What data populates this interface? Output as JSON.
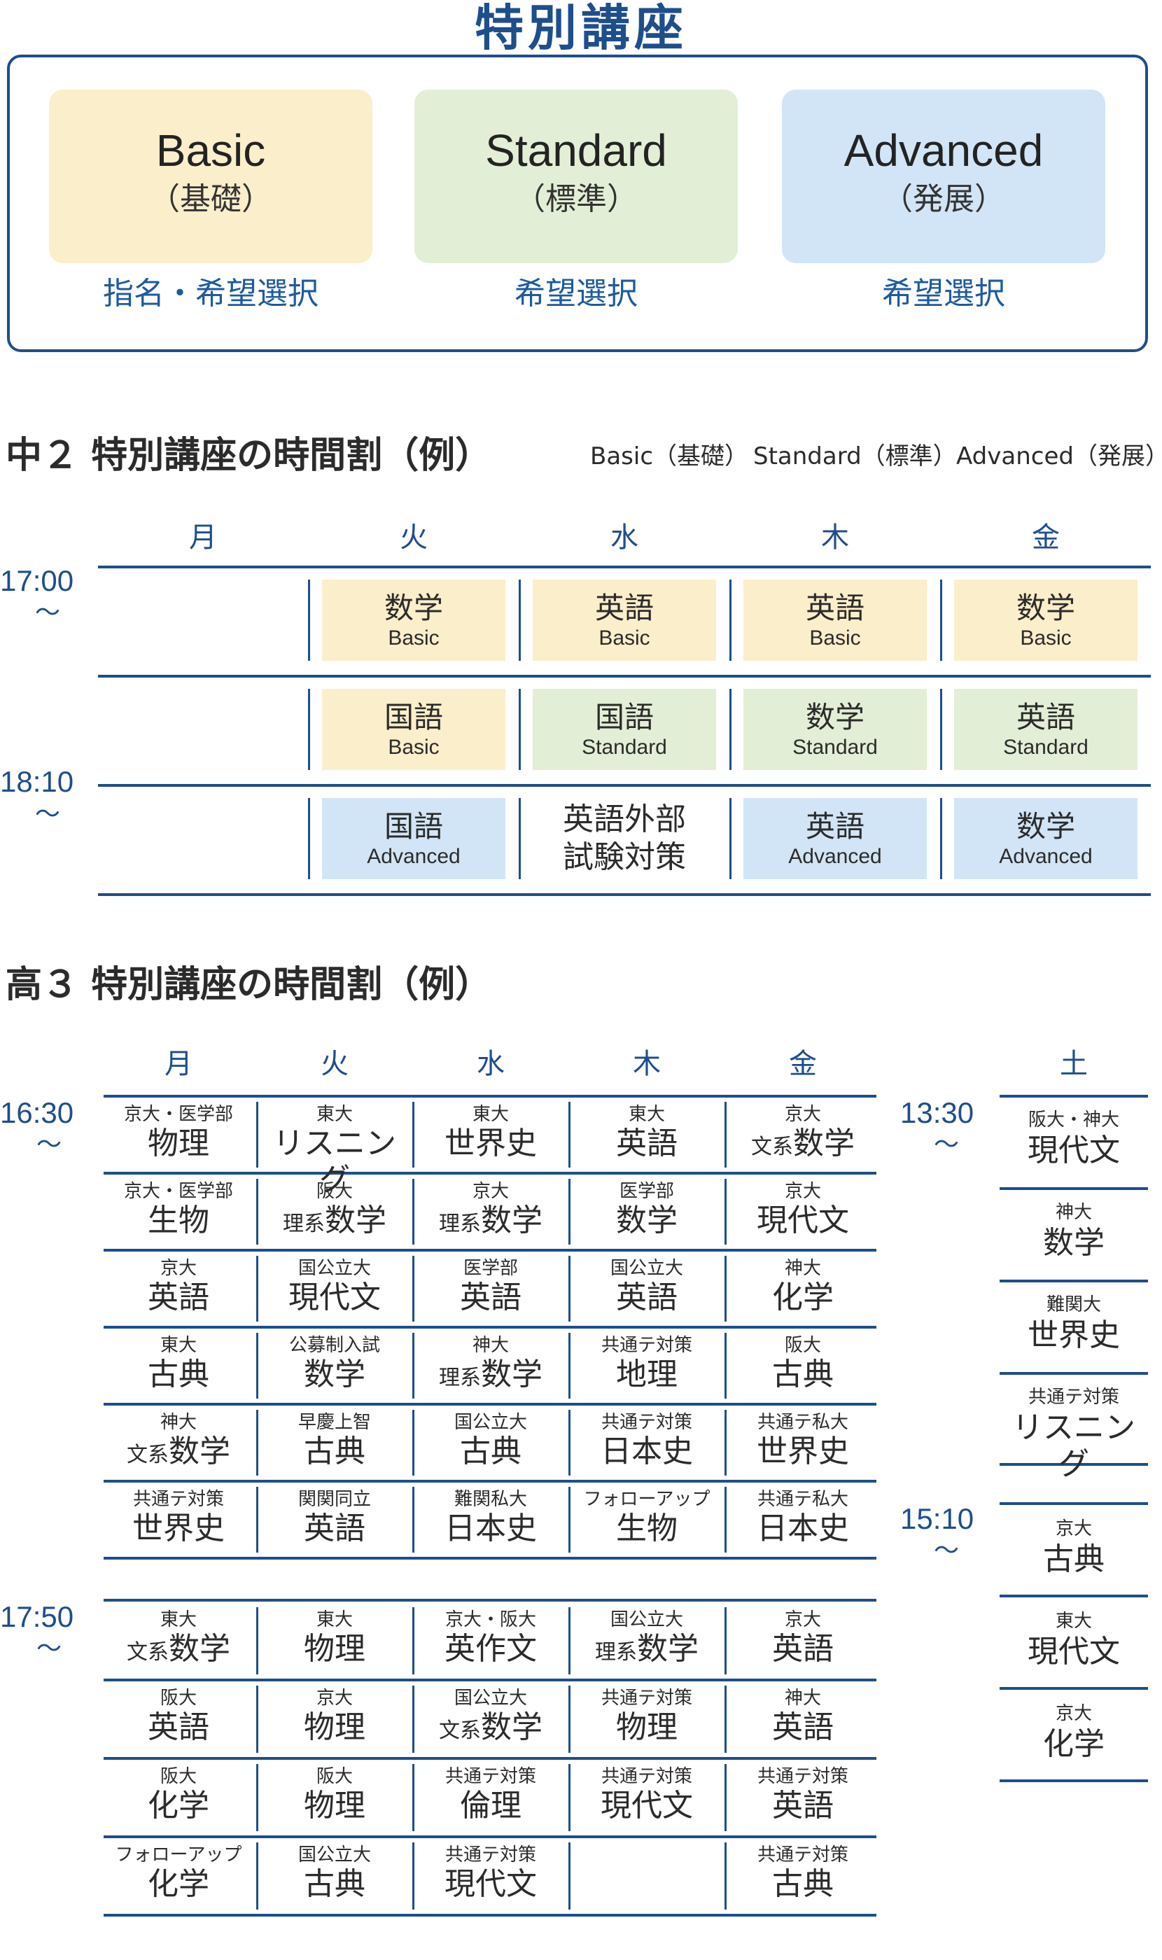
{
  "main_title": "特別講座",
  "courses": [
    {
      "name": "Basic",
      "sub": "（基礎）",
      "selection": "指名・希望選択",
      "color": "#fbeecb"
    },
    {
      "name": "Standard",
      "sub": "（標準）",
      "selection": "希望選択",
      "color": "#e2efd6"
    },
    {
      "name": "Advanced",
      "sub": "（発展）",
      "selection": "希望選択",
      "color": "#d2e5f7"
    }
  ],
  "middle2": {
    "title": "中２ 特別講座の時間割（例）",
    "legend": [
      "Basic（基礎）",
      "Standard（標準）",
      "Advanced（発展）"
    ],
    "days": [
      "月",
      "火",
      "水",
      "木",
      "金"
    ],
    "times": [
      {
        "label": "17:00",
        "tilde": "〜"
      },
      {
        "label": "18:10",
        "tilde": "〜"
      }
    ],
    "rows": [
      [
        {
          "subject": "数学",
          "level": "Basic",
          "color": "#fbeecb"
        },
        {
          "subject": "英語",
          "level": "Basic",
          "color": "#fbeecb"
        },
        {
          "subject": "英語",
          "level": "Basic",
          "color": "#fbeecb"
        },
        {
          "subject": "数学",
          "level": "Basic",
          "color": "#fbeecb"
        }
      ],
      [
        {
          "subject": "国語",
          "level": "Basic",
          "color": "#fbeecb"
        },
        {
          "subject": "国語",
          "level": "Standard",
          "color": "#e2efd6"
        },
        {
          "subject": "数学",
          "level": "Standard",
          "color": "#e2efd6"
        },
        {
          "subject": "英語",
          "level": "Standard",
          "color": "#e2efd6"
        }
      ],
      [
        {
          "subject": "国語",
          "level": "Advanced",
          "color": "#d2e5f7"
        },
        {
          "subject": "英語外部",
          "level": "試験対策",
          "color": "#ffffff",
          "plain": true
        },
        {
          "subject": "英語",
          "level": "Advanced",
          "color": "#d2e5f7"
        },
        {
          "subject": "数学",
          "level": "Advanced",
          "color": "#d2e5f7"
        }
      ]
    ]
  },
  "high3": {
    "title": "高３ 特別講座の時間割（例）",
    "days": [
      "月",
      "火",
      "水",
      "木",
      "金"
    ],
    "sat_label": "土",
    "times": [
      {
        "label": "16:30",
        "tilde": "〜"
      },
      {
        "label": "17:50",
        "tilde": "〜"
      }
    ],
    "sat_times": [
      {
        "label": "13:30",
        "tilde": "〜"
      },
      {
        "label": "15:10",
        "tilde": "〜"
      }
    ],
    "block1": [
      [
        {
          "top": "京大・医学部",
          "main": "物理"
        },
        {
          "top": "東大",
          "main": "リスニング"
        },
        {
          "top": "東大",
          "main": "世界史"
        },
        {
          "top": "東大",
          "main": "英語"
        },
        {
          "top": "京大",
          "pre": "文系",
          "main": "数学"
        }
      ],
      [
        {
          "top": "京大・医学部",
          "main": "生物"
        },
        {
          "top": "阪大",
          "pre": "理系",
          "main": "数学"
        },
        {
          "top": "京大",
          "pre": "理系",
          "main": "数学"
        },
        {
          "top": "医学部",
          "main": "数学"
        },
        {
          "top": "京大",
          "main": "現代文"
        }
      ],
      [
        {
          "top": "京大",
          "main": "英語"
        },
        {
          "top": "国公立大",
          "main": "現代文"
        },
        {
          "top": "医学部",
          "main": "英語"
        },
        {
          "top": "国公立大",
          "main": "英語"
        },
        {
          "top": "神大",
          "main": "化学"
        }
      ],
      [
        {
          "top": "東大",
          "main": "古典"
        },
        {
          "top": "公募制入試",
          "main": "数学"
        },
        {
          "top": "神大",
          "pre": "理系",
          "main": "数学"
        },
        {
          "top": "共通テ対策",
          "main": "地理"
        },
        {
          "top": "阪大",
          "main": "古典"
        }
      ],
      [
        {
          "top": "神大",
          "pre": "文系",
          "main": "数学"
        },
        {
          "top": "早慶上智",
          "main": "古典"
        },
        {
          "top": "国公立大",
          "main": "古典"
        },
        {
          "top": "共通テ対策",
          "main": "日本史"
        },
        {
          "top": "共通テ私大",
          "main": "世界史"
        }
      ],
      [
        {
          "top": "共通テ対策",
          "main": "世界史"
        },
        {
          "top": "関関同立",
          "main": "英語"
        },
        {
          "top": "難関私大",
          "main": "日本史"
        },
        {
          "top": "フォローアップ",
          "main": "生物"
        },
        {
          "top": "共通テ私大",
          "main": "日本史"
        }
      ]
    ],
    "block2": [
      [
        {
          "top": "東大",
          "pre": "文系",
          "main": "数学"
        },
        {
          "top": "東大",
          "main": "物理"
        },
        {
          "top": "京大・阪大",
          "main": "英作文"
        },
        {
          "top": "国公立大",
          "pre": "理系",
          "main": "数学"
        },
        {
          "top": "京大",
          "main": "英語"
        }
      ],
      [
        {
          "top": "阪大",
          "main": "英語"
        },
        {
          "top": "京大",
          "main": "物理"
        },
        {
          "top": "国公立大",
          "pre": "文系",
          "main": "数学"
        },
        {
          "top": "共通テ対策",
          "main": "物理"
        },
        {
          "top": "神大",
          "main": "英語"
        }
      ],
      [
        {
          "top": "阪大",
          "main": "化学"
        },
        {
          "top": "阪大",
          "main": "物理"
        },
        {
          "top": "共通テ対策",
          "main": "倫理"
        },
        {
          "top": "共通テ対策",
          "main": "現代文"
        },
        {
          "top": "共通テ対策",
          "main": "英語"
        }
      ],
      [
        {
          "top": "フォローアップ",
          "main": "化学"
        },
        {
          "top": "国公立大",
          "main": "古典"
        },
        {
          "top": "共通テ対策",
          "main": "現代文"
        },
        {
          "top": "",
          "main": ""
        },
        {
          "top": "共通テ対策",
          "main": "古典"
        }
      ]
    ],
    "sat_block1": [
      {
        "top": "阪大・神大",
        "main": "現代文"
      },
      {
        "top": "神大",
        "main": "数学"
      },
      {
        "top": "難関大",
        "main": "世界史"
      },
      {
        "top": "共通テ対策",
        "main": "リスニング"
      }
    ],
    "sat_block2": [
      {
        "top": "京大",
        "main": "古典"
      },
      {
        "top": "東大",
        "main": "現代文"
      },
      {
        "top": "京大",
        "main": "化学"
      }
    ]
  }
}
